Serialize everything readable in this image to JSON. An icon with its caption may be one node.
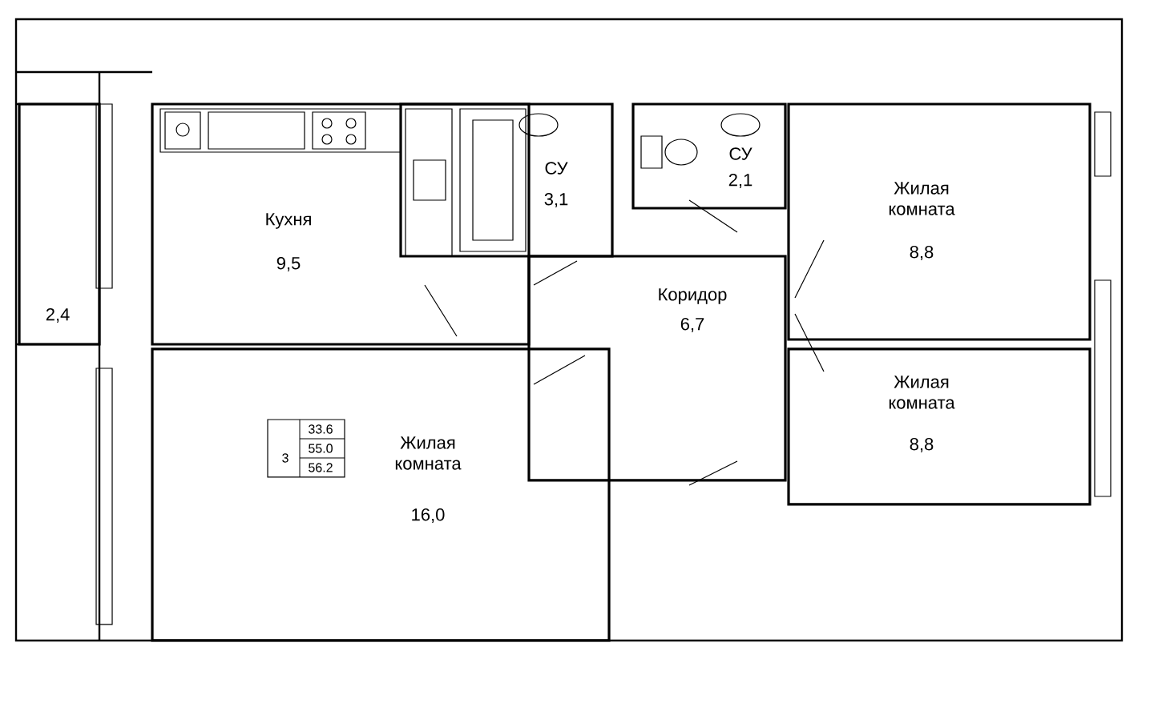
{
  "diagram": {
    "nodes": [
      {
        "text": [
          "2,4"
        ]
      },
      {
        "text": [
          "Кухня",
          "9,5"
        ]
      },
      {
        "text": [
          "СУ",
          "3,1"
        ]
      },
      {
        "text": [
          "СУ",
          "2,1"
        ]
      },
      {
        "text": [
          "Жилая комната",
          "8,8"
        ]
      },
      {
        "text": [
          "Коридор",
          "6,7"
        ]
      },
      {
        "text": [
          "Жилая комната",
          "16,0"
        ]
      },
      {
        "text": [
          "3",
          "33.6",
          "55.0",
          "56.2"
        ],
        "in": 6
      },
      {
        "text": [
          "Жилая комната",
          "8,8"
        ]
      }
    ]
  }
}
